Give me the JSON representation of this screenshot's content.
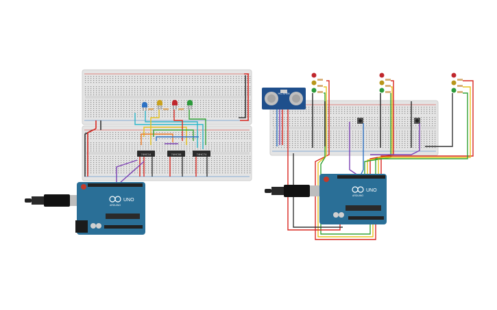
{
  "circuit_left": {
    "arduino": {
      "brand": "UNO",
      "sub": "ARDUINO"
    },
    "chips": [
      "74HC14",
      "74HC08",
      "74HC74"
    ],
    "leds": [
      "blue-led",
      "yellow-led",
      "red-led",
      "green-led"
    ]
  },
  "circuit_right": {
    "sensor": {
      "label": "HC-SR04"
    },
    "arduino": {
      "brand": "UNO",
      "sub": "ARDUINO"
    },
    "traffic_lights": [
      "traffic-light-1",
      "traffic-light-2",
      "traffic-light-3"
    ],
    "buttons": [
      "push-button-1",
      "push-button-2"
    ]
  },
  "colors": {
    "breadboard": "#e4e4e4",
    "arduino": "#2a6f97",
    "wire_red": "#d8261f",
    "wire_black": "#333333",
    "wire_yellow": "#e6c21a",
    "wire_green": "#34a335",
    "wire_orange": "#f07a22",
    "wire_blue": "#2d72c4",
    "wire_purple": "#7b3fb3",
    "wire_cyan": "#2bb5c9"
  }
}
